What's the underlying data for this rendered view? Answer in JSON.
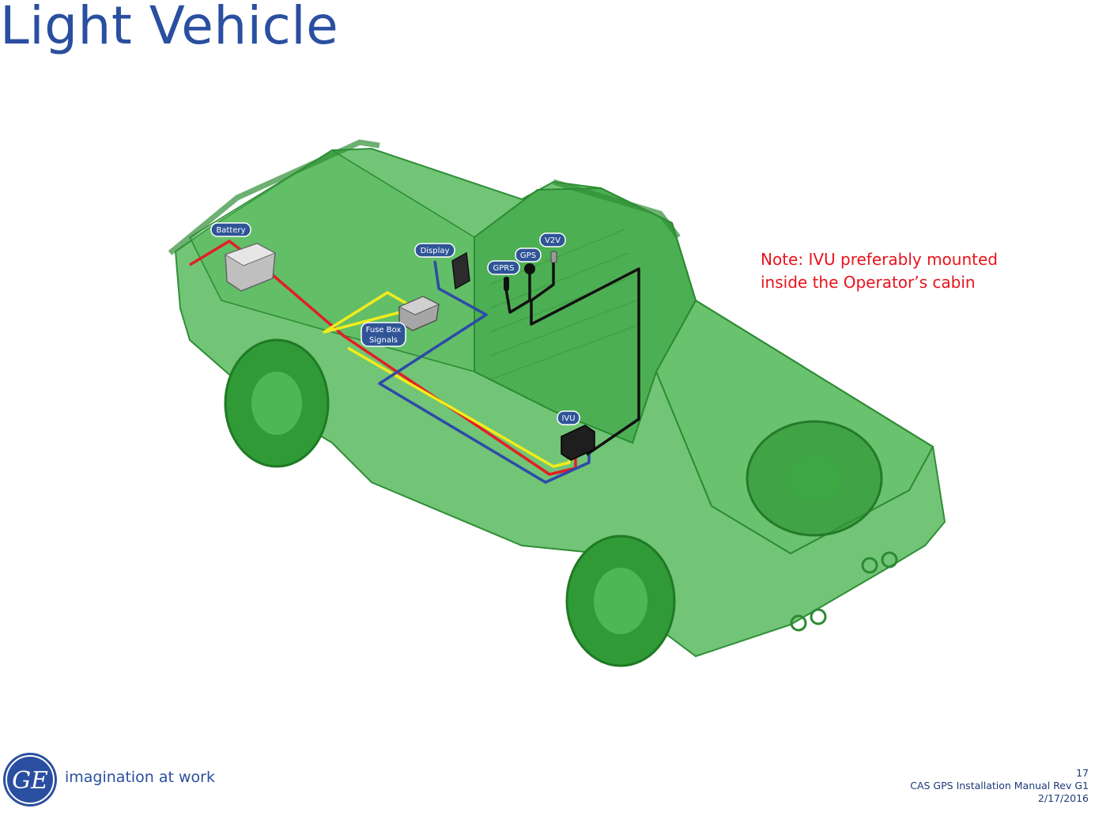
{
  "page_title": "Light Vehicle",
  "note": {
    "line1": "Note: IVU preferably mounted",
    "line2": "inside the Operator’s cabin"
  },
  "components": {
    "battery": "Battery",
    "display": "Display",
    "gps": "GPS",
    "v2v": "V2V",
    "gprs": "GPRS",
    "fuse_box_line1": "Fuse Box",
    "fuse_box_line2": "Signals",
    "ivu": "IVU"
  },
  "branding": {
    "logo_icon": "ge-monogram-logo",
    "logo_text": "GE",
    "tagline": "imagination at work"
  },
  "footer": {
    "page_number": "17",
    "document": "CAS GPS Installation Manual Rev G1",
    "date": "2/17/2016"
  },
  "colors": {
    "title": "#2a4fa0",
    "note": "#e8121b",
    "vehicle": "#3cb44b",
    "wire_power": "#e31e24",
    "wire_signal": "#f2ec1a",
    "wire_data": "#2d4aa8",
    "wire_antenna": "#111111",
    "label_fill": "#2f5597"
  }
}
